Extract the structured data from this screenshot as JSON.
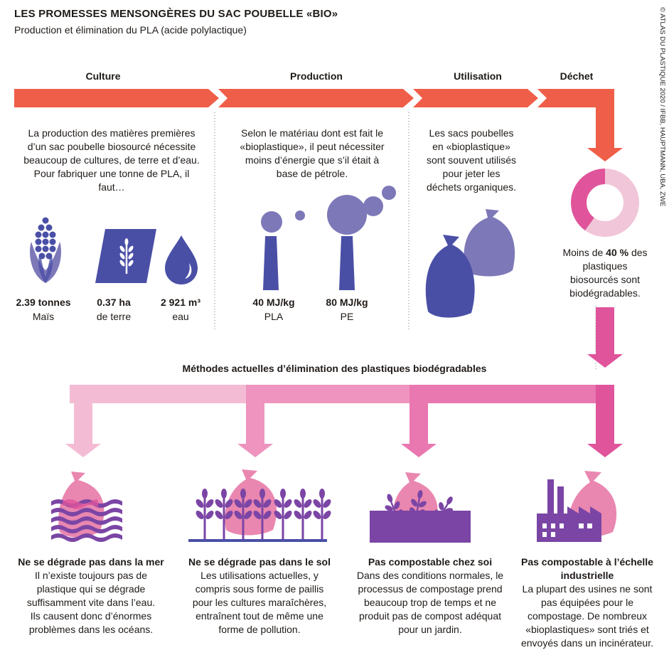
{
  "header": {
    "title": "LES PROMESSES MENSONGÈRES DU SAC POUBELLE «BIO»",
    "subtitle": "Production et élimination du PLA (acide polylactique)",
    "credit": "© ATLAS DU PLASTIQUE 2020 / IFBB, HAUPTMANN, UBA, ZWE"
  },
  "stages": [
    "Culture",
    "Production",
    "Utilisation",
    "Déchet"
  ],
  "culture": {
    "text": "La production des matières premières d’un sac poubelle biosourcé nécessite beaucoup de cultures, de terre et d’eau. Pour fabriquer une tonne de PLA, il faut…",
    "items": [
      {
        "value": "2.39 tonnes",
        "label": "Maïs"
      },
      {
        "value": "0.37 ha",
        "label": "de terre"
      },
      {
        "value": "2 921 m³",
        "label": "eau"
      }
    ]
  },
  "production": {
    "text": "Selon le matériau dont est fait le «bioplastique», il peut nécessiter moins d’énergie que s’il était à base de pétrole.",
    "items": [
      {
        "value": "40 MJ/kg",
        "label": "PLA"
      },
      {
        "value": "80 MJ/kg",
        "label": "PE"
      }
    ]
  },
  "utilisation": {
    "text": "Les sacs poubelles en «bioplastique» sont souvent utilisés pour jeter les déchets organiques."
  },
  "dechet": {
    "text_prefix": "Moins de ",
    "text_strong": "40 %",
    "text_suffix": " des plastiques biosourcés sont biodégradables.",
    "biodegradable_share_percent": 40
  },
  "methods_title": "Méthodes actuelles d’élimination des plastiques biodégradables",
  "methods": [
    {
      "title": "Ne se dégrade pas dans la mer",
      "text": "Il n’existe toujours pas de plastique qui se dégrade suffisamment vite dans l’eau. Ils causent donc d’énormes problèmes dans les océans."
    },
    {
      "title": "Ne se dégrade pas dans le sol",
      "text": "Les utilisations actuelles, y compris sous forme de paillis pour les cultures maraîchères, entraînent tout de même une forme de pollution."
    },
    {
      "title": "Pas compostable chez soi",
      "text": "Dans des conditions normales, le processus de compostage prend beaucoup trop de temps et ne produit pas de compost adéquat pour un jardin."
    },
    {
      "title": "Pas compostable à l’échelle industrielle",
      "text": "La plupart des usines ne sont pas équipées pour le compostage. De nombreux «bioplastiques» sont triés et envoyés dans un incinérateur."
    }
  ],
  "colors": {
    "orange": "#ef5e48",
    "magenta": "#e0549b",
    "pink_light": "#f4bcd4",
    "pink_mid": "#ee94bf",
    "pink": "#e977b0",
    "indigo": "#4a4fa6",
    "lavender": "#7d78b8",
    "purple": "#7b45a5",
    "bag_pink": "#e987b0",
    "donut_light": "#f1c6d8"
  }
}
